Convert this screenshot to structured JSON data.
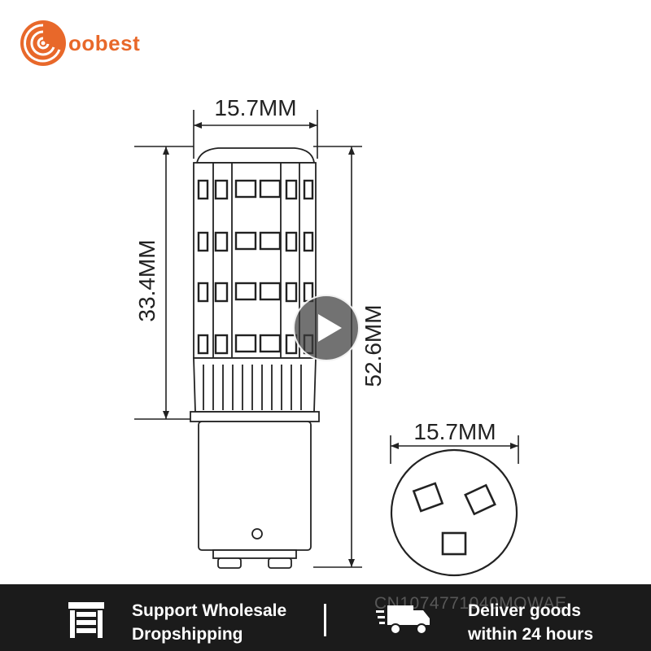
{
  "brand": {
    "name": "oobest",
    "accent": "#e8682a"
  },
  "watermark": "CN1074771040MOWAE",
  "dimensions": {
    "top_width": "15.7MM",
    "body_height": "33.4MM",
    "total_height": "52.6MM",
    "end_width": "15.7MM"
  },
  "video": {
    "control": "play-icon"
  },
  "banner": {
    "left_line1": "Support Wholesale",
    "left_line2": "Dropshipping",
    "right_line1": "Deliver goods",
    "right_line2": "within 24 hours",
    "left_icon": "warehouse-icon",
    "right_icon": "truck-icon"
  }
}
